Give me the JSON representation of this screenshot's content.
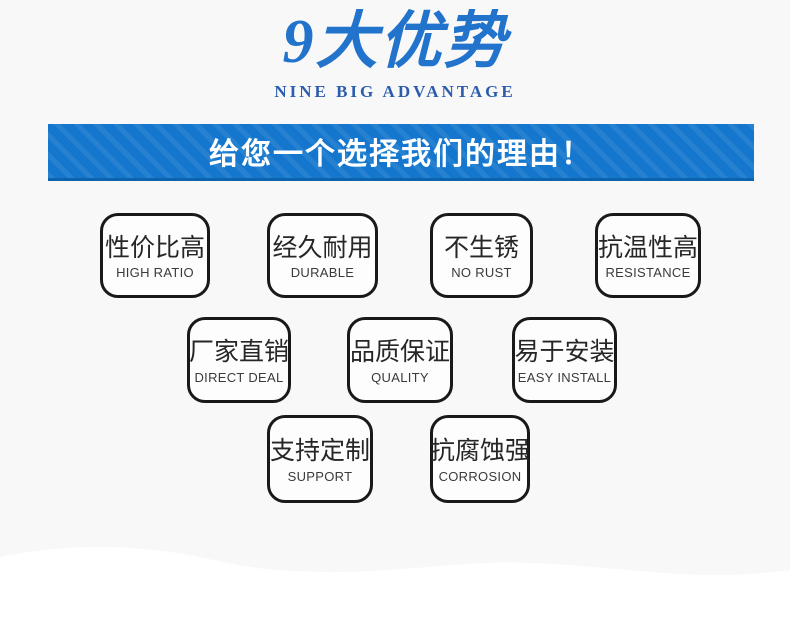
{
  "header": {
    "title_zh": "9大优势",
    "subtitle_en": "NINE BIG ADVANTAGE"
  },
  "banner": {
    "text": "给您一个选择我们的理由！"
  },
  "advantages": [
    {
      "zh": "性价比高",
      "en": "HIGH RATIO"
    },
    {
      "zh": "经久耐用",
      "en": "DURABLE"
    },
    {
      "zh": "不生锈",
      "en": "NO RUST"
    },
    {
      "zh": "抗温性高",
      "en": "RESISTANCE"
    },
    {
      "zh": "厂家直销",
      "en": "DIRECT DEAL"
    },
    {
      "zh": "品质保证",
      "en": "QUALITY"
    },
    {
      "zh": "易于安装",
      "en": "EASY INSTALL"
    },
    {
      "zh": "支持定制",
      "en": "SUPPORT"
    },
    {
      "zh": "抗腐蚀强",
      "en": "CORROSION"
    }
  ],
  "colors": {
    "title_blue": "#2173cb",
    "subtitle_blue": "#2b5cad",
    "banner_blue": "#1476cd",
    "banner_edge_blue": "#0e63ae",
    "page_background": "#f8f8f8",
    "card_border": "#191919",
    "wave_white": "#ffffff"
  }
}
